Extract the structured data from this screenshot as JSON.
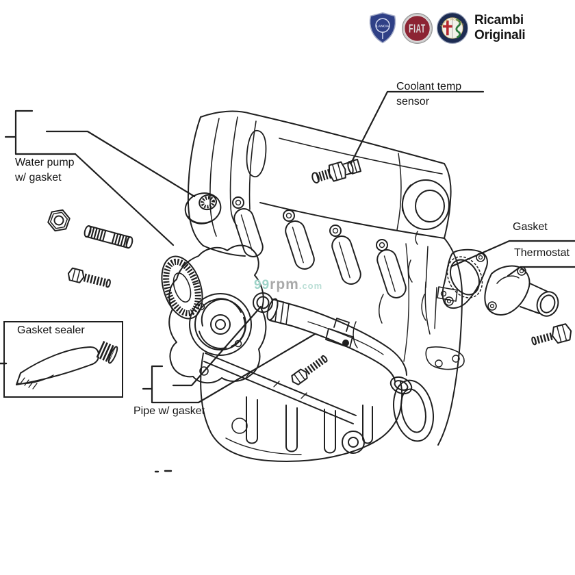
{
  "header": {
    "brand_line1": "Ricambi",
    "brand_line2": "Originali",
    "logos": [
      {
        "label": "LANCIA"
      },
      {
        "label": "FIAT"
      },
      {
        "label": "ALFA ROMEO"
      }
    ]
  },
  "labels": {
    "coolant_sensor": {
      "line1": "Coolant temp",
      "line2": "sensor"
    },
    "water_pump": {
      "line1": "Water pump",
      "line2": "w/ gasket"
    },
    "gasket": "Gasket",
    "thermostat": "Thermostat",
    "gasket_sealer": "Gasket sealer",
    "pipe": "Pipe w/ gasket"
  },
  "watermark": {
    "num": "99",
    "word": "rpm",
    "tld": ".com"
  },
  "colors": {
    "line_art": "#1f1f1f",
    "lancia_blue": "#2f4086",
    "fiat_red": "#8c2433",
    "alfa_navy": "#1d2c52",
    "alfa_cross_red": "#b5272e",
    "alfa_serpent_green": "#2c7a3e",
    "watermark_teal": "#9fd3c8",
    "watermark_gray": "#a9a9a9"
  },
  "parts_shown": [
    "Coolant temp sensor",
    "Water pump w/ gasket",
    "Gasket",
    "Thermostat",
    "Gasket sealer",
    "Pipe w/ gasket"
  ]
}
